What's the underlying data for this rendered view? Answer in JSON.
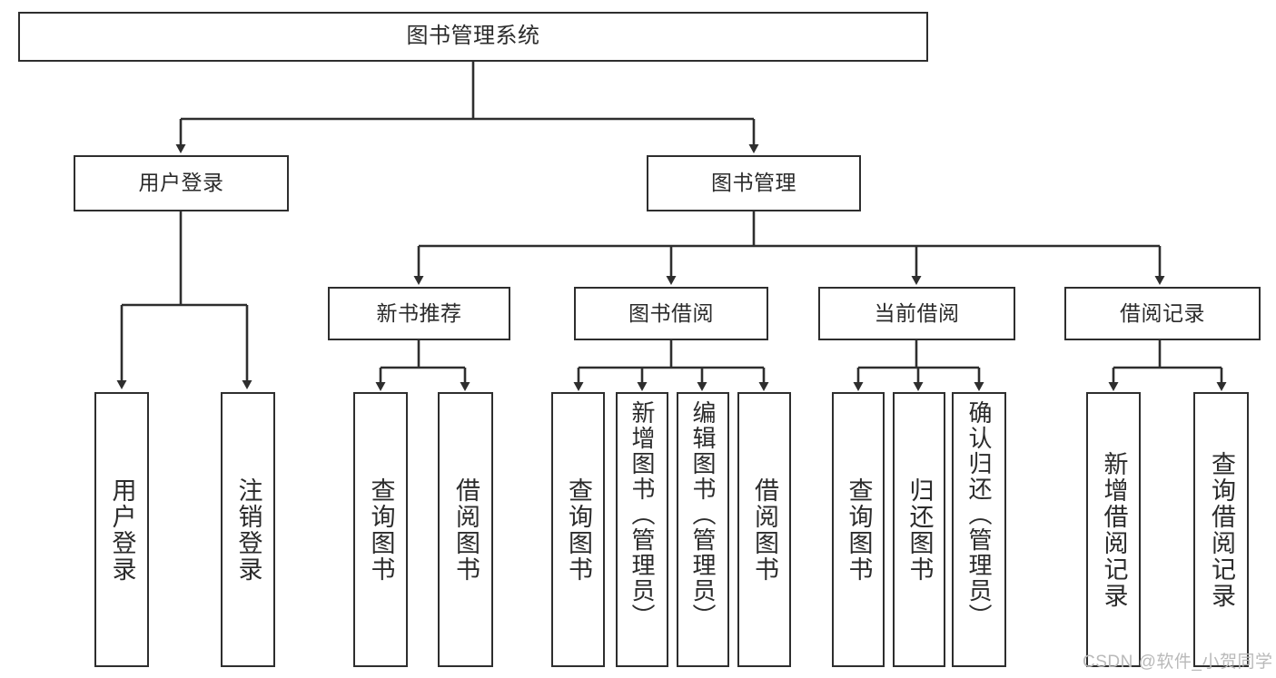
{
  "diagram": {
    "type": "tree-hierarchy",
    "title": "图书管理系统",
    "orientation": "top-down",
    "line_color": "#2e2e2e",
    "text_color": "#2b2b2b",
    "background": "#ffffff"
  },
  "nodes": {
    "root": {
      "label": "图书管理系统"
    },
    "level1": [
      {
        "label": "用户登录"
      },
      {
        "label": "图书管理"
      }
    ],
    "level2": [
      {
        "label": "新书推荐"
      },
      {
        "label": "图书借阅"
      },
      {
        "label": "当前借阅"
      },
      {
        "label": "借阅记录"
      }
    ],
    "leaves_user_login": [
      {
        "label": "用户登录"
      },
      {
        "label": "注销登录"
      }
    ],
    "leaves_new_book": [
      {
        "label": "查询图书"
      },
      {
        "label": "借阅图书"
      }
    ],
    "leaves_borrow": [
      {
        "label": "查询图书"
      },
      {
        "label": "新增图书（管理员）"
      },
      {
        "label": "编辑图书（管理员）"
      },
      {
        "label": "借阅图书"
      }
    ],
    "leaves_current": [
      {
        "label": "查询图书"
      },
      {
        "label": "归还图书"
      },
      {
        "label": "确认归还（管理员）"
      }
    ],
    "leaves_record": [
      {
        "label": "新增借阅记录"
      },
      {
        "label": "查询借阅记录"
      }
    ]
  },
  "watermark": {
    "text": "CSDN @软件_小贺同学"
  }
}
